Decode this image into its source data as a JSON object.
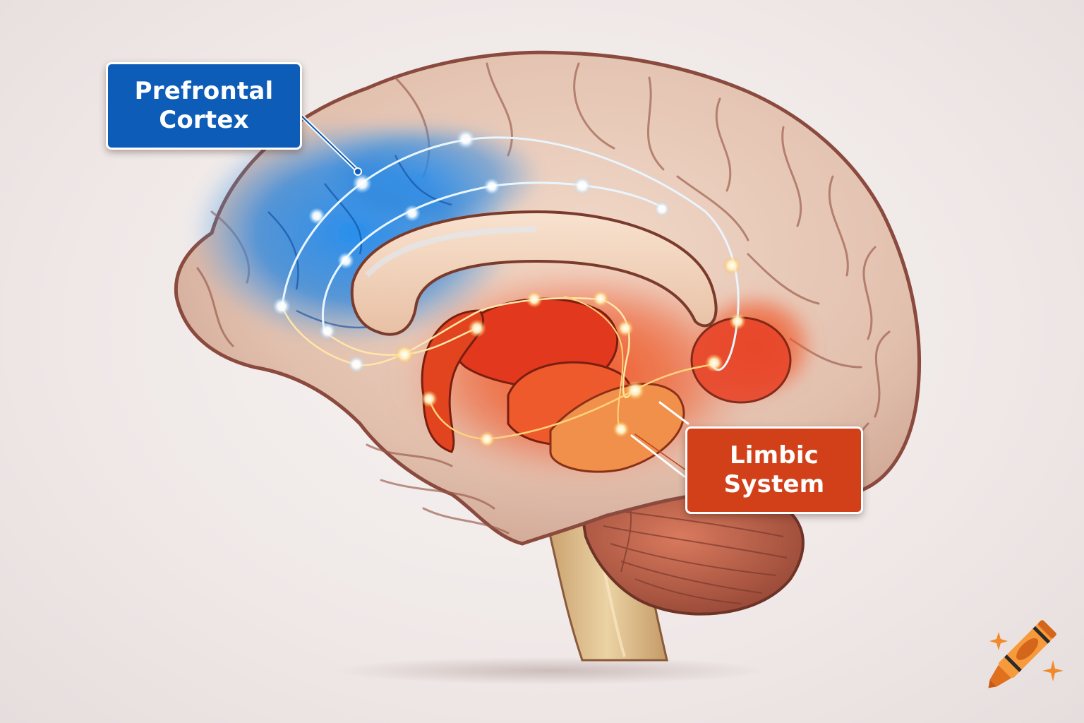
{
  "illustration": {
    "subject": "Human brain, sagittal view",
    "colors": {
      "background": "#efe8e7",
      "cortex": "#e5c6b6",
      "cortex_outline": "#8a4a3e",
      "prefrontal_highlight": "#1f86e0",
      "limbic_highlight": "#e8401c",
      "corpus_callosum": "#f3d4bc",
      "cerebellum": "#b8614a",
      "brainstem": "#e3c08e",
      "neural_path_blue": "#ffffff",
      "neural_path_orange": "#ffd27a"
    }
  },
  "labels": {
    "prefrontal": {
      "line1": "Prefrontal",
      "line2": "Cortex",
      "color": "#0d5cb8"
    },
    "limbic": {
      "line1": "Limbic",
      "line2": "System",
      "color": "#d2401a"
    }
  },
  "watermark": {
    "icon": "crayon-icon",
    "color": "#f08a2c"
  }
}
